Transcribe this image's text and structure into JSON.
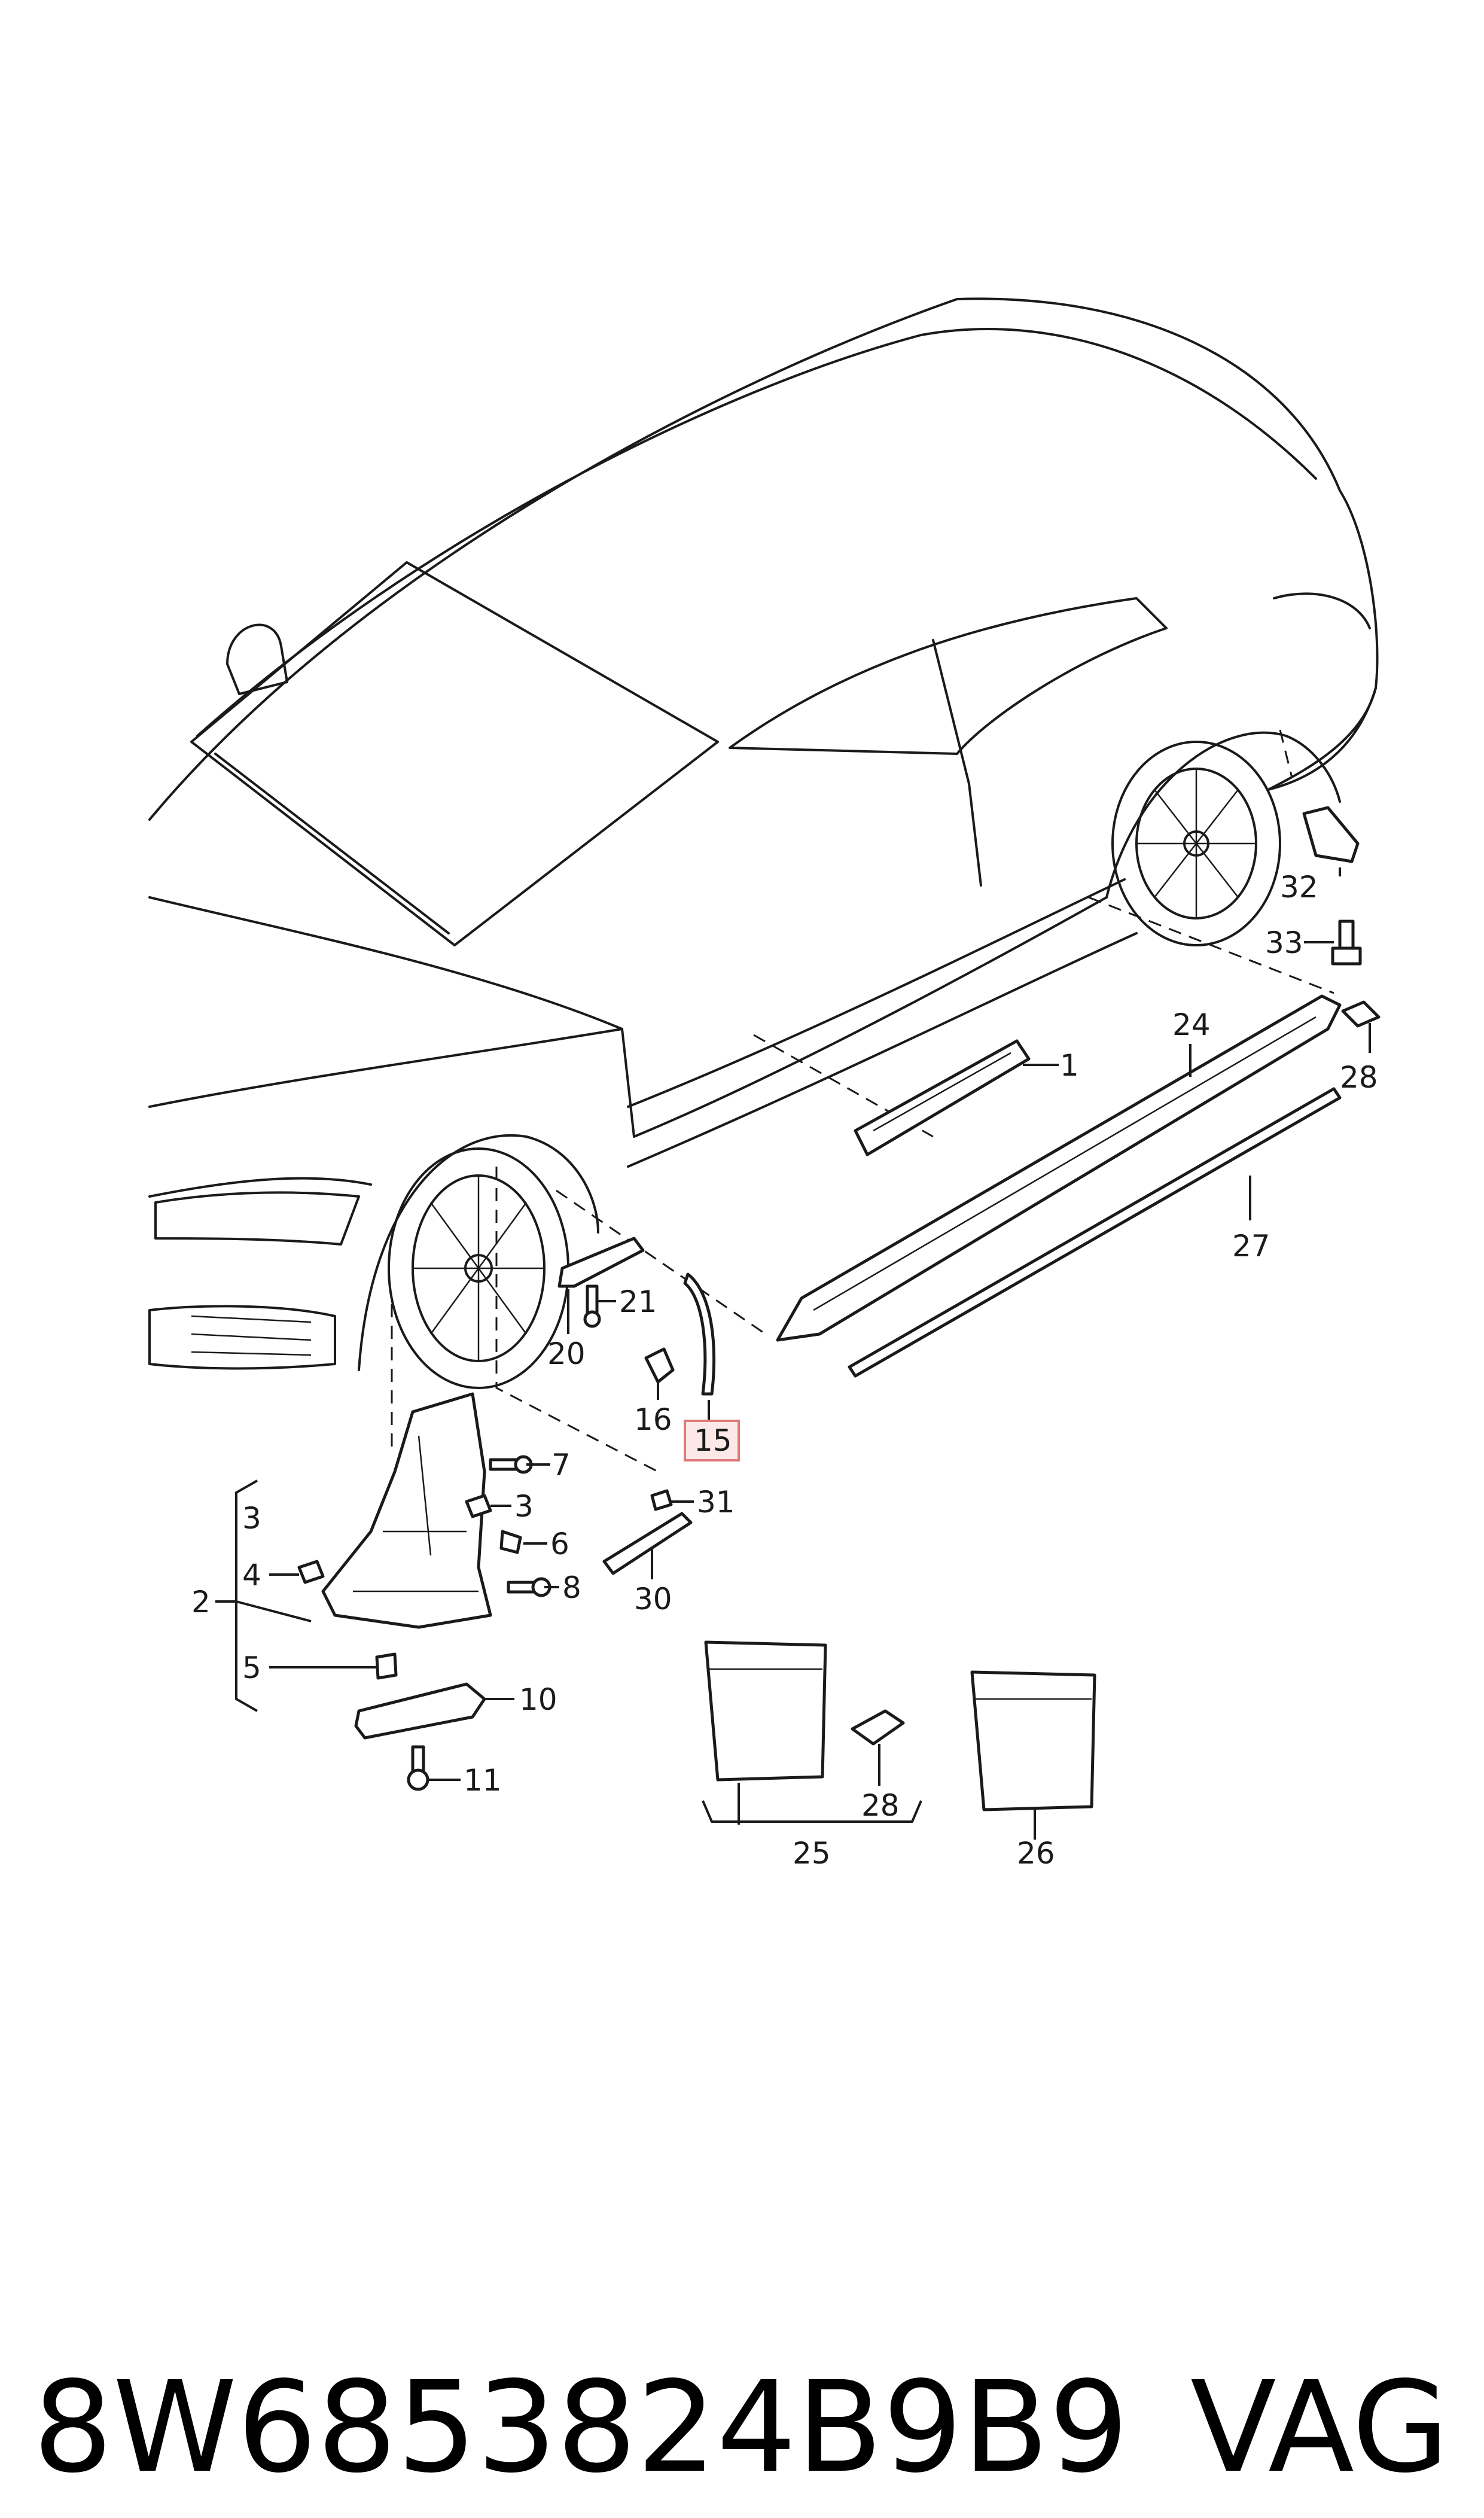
{
  "labels": {
    "l1": "1",
    "l2": "2",
    "l3a": "3",
    "l3b": "3",
    "l4": "4",
    "l5": "5",
    "l6": "6",
    "l7": "7",
    "l8": "8",
    "l10": "10",
    "l11": "11",
    "l15": "15",
    "l16": "16",
    "l20": "20",
    "l21": "21",
    "l24": "24",
    "l25": "25",
    "l26": "26",
    "l27": "27",
    "l28a": "28",
    "l28b": "28",
    "l30": "30",
    "l31": "31",
    "l32": "32",
    "l33": "33"
  },
  "highlighted_label": "15",
  "footer": {
    "part_number": "8W6853824B9B9",
    "brand": "VAG"
  }
}
